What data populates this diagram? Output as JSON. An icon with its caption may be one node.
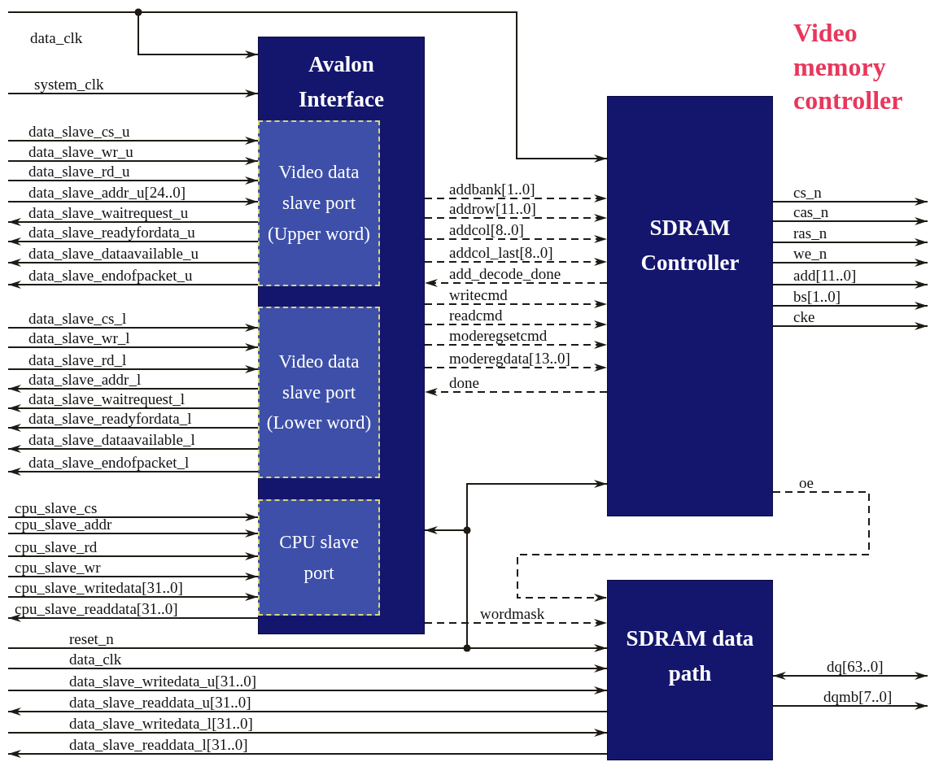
{
  "diagram": {
    "title": "Video memory controller",
    "nodes": [
      {
        "text": [
          "Avalon Interface"
        ]
      },
      {
        "text": [
          "Video data slave port (Upper word)"
        ],
        "in": 0
      },
      {
        "text": [
          "Video data slave port (Lower word)"
        ],
        "in": 0
      },
      {
        "text": [
          "CPU slave port"
        ],
        "in": 0
      },
      {
        "text": [
          "SDRAM Controller"
        ]
      },
      {
        "text": [
          "SDRAM data path"
        ]
      }
    ],
    "edges": [
      {
        "from": null,
        "to": 0,
        "arrow": "to",
        "label": "data_clk"
      },
      {
        "from": null,
        "to": 4,
        "arrow": "to"
      },
      {
        "from": null,
        "to": 0,
        "arrow": "to",
        "label": "system_clk"
      },
      {
        "from": null,
        "to": 1,
        "arrow": "to",
        "label": "data_slave_cs_u"
      },
      {
        "from": null,
        "to": 1,
        "arrow": "to",
        "label": "data_slave_wr_u"
      },
      {
        "from": null,
        "to": 1,
        "arrow": "to",
        "label": "data_slave_rd_u"
      },
      {
        "from": null,
        "to": 1,
        "arrow": "to",
        "label": "data_slave_addr_u[24..0]"
      },
      {
        "from": 1,
        "to": null,
        "arrow": "to",
        "label": "data_slave_waitrequest_u"
      },
      {
        "from": 1,
        "to": null,
        "arrow": "to",
        "label": "data_slave_readyfordata_u"
      },
      {
        "from": 1,
        "to": null,
        "arrow": "to",
        "label": "data_slave_dataavailable_u"
      },
      {
        "from": 1,
        "to": null,
        "arrow": "to",
        "label": "data_slave_endofpacket_u"
      },
      {
        "from": null,
        "to": 2,
        "arrow": "to",
        "label": "data_slave_cs_l"
      },
      {
        "from": null,
        "to": 2,
        "arrow": "to",
        "label": "data_slave_wr_l"
      },
      {
        "from": null,
        "to": 2,
        "arrow": "to",
        "label": "data_slave_rd_l"
      },
      {
        "from": 2,
        "to": null,
        "arrow": "to",
        "label": "data_slave_addr_l"
      },
      {
        "from": 2,
        "to": null,
        "arrow": "to",
        "label": "data_slave_waitrequest_l"
      },
      {
        "from": 2,
        "to": null,
        "arrow": "to",
        "label": "data_slave_readyfordata_l"
      },
      {
        "from": 2,
        "to": null,
        "arrow": "to",
        "label": "data_slave_dataavailable_l"
      },
      {
        "from": 2,
        "to": null,
        "arrow": "to",
        "label": "data_slave_endofpacket_l"
      },
      {
        "from": null,
        "to": 3,
        "arrow": "to",
        "label": "cpu_slave_cs"
      },
      {
        "from": null,
        "to": 3,
        "arrow": "to",
        "label": "cpu_slave_addr"
      },
      {
        "from": null,
        "to": 3,
        "arrow": "to",
        "label": "cpu_slave_rd"
      },
      {
        "from": null,
        "to": 3,
        "arrow": "to",
        "label": "cpu_slave_wr"
      },
      {
        "from": null,
        "to": 3,
        "arrow": "to",
        "label": "cpu_slave_writedata[31..0]"
      },
      {
        "from": 3,
        "to": null,
        "arrow": "to",
        "label": "cpu_slave_readdata[31..0]"
      },
      {
        "from": 0,
        "to": 4,
        "arrow": "to",
        "label": "addbank[1..0]",
        "style": "dashed"
      },
      {
        "from": 0,
        "to": 4,
        "arrow": "to",
        "label": "addrow[11..0]",
        "style": "dashed"
      },
      {
        "from": 0,
        "to": 4,
        "arrow": "to",
        "label": "addcol[8..0]",
        "style": "dashed"
      },
      {
        "from": 0,
        "to": 4,
        "arrow": "to",
        "label": "addcol_last[8..0]",
        "style": "dashed"
      },
      {
        "from": 4,
        "to": 0,
        "arrow": "to",
        "label": "add_decode_done",
        "style": "dashed"
      },
      {
        "from": 0,
        "to": 4,
        "arrow": "to",
        "label": "writecmd",
        "style": "dashed"
      },
      {
        "from": 0,
        "to": 4,
        "arrow": "to",
        "label": "readcmd",
        "style": "dashed"
      },
      {
        "from": 0,
        "to": 4,
        "arrow": "to",
        "label": "moderegsetcmd",
        "style": "dashed"
      },
      {
        "from": 0,
        "to": 4,
        "arrow": "to",
        "label": "moderegdata[13..0]",
        "style": "dashed"
      },
      {
        "from": 4,
        "to": 0,
        "arrow": "to",
        "label": "done",
        "style": "dashed"
      },
      {
        "from": 4,
        "to": null,
        "arrow": "to",
        "label": "cs_n"
      },
      {
        "from": 4,
        "to": null,
        "arrow": "to",
        "label": "cas_n"
      },
      {
        "from": 4,
        "to": null,
        "arrow": "to",
        "label": "ras_n"
      },
      {
        "from": 4,
        "to": null,
        "arrow": "to",
        "label": "we_n"
      },
      {
        "from": 4,
        "to": null,
        "arrow": "to",
        "label": "add[11..0]"
      },
      {
        "from": 4,
        "to": null,
        "arrow": "to",
        "label": "bs[1..0]"
      },
      {
        "from": 4,
        "to": null,
        "arrow": "to",
        "label": "cke"
      },
      {
        "from": 4,
        "to": 5,
        "arrow": "to",
        "label": "oe",
        "style": "dashed"
      },
      {
        "from": 0,
        "to": 5,
        "arrow": "to",
        "label": "wordmask",
        "style": "dashed"
      },
      {
        "from": null,
        "to": 5,
        "arrow": "to",
        "label": "reset_n"
      },
      {
        "from": null,
        "to": 4,
        "arrow": "to"
      },
      {
        "from": null,
        "to": 0,
        "arrow": "to"
      },
      {
        "from": null,
        "to": 5,
        "arrow": "to",
        "label": "data_clk"
      },
      {
        "from": null,
        "to": 5,
        "arrow": "to",
        "label": "data_slave_writedata_u[31..0]"
      },
      {
        "from": 5,
        "to": null,
        "arrow": "to",
        "label": "data_slave_readdata_u[31..0]"
      },
      {
        "from": null,
        "to": 5,
        "arrow": "to",
        "label": "data_slave_writedata_l[31..0]"
      },
      {
        "from": 5,
        "to": null,
        "arrow": "to",
        "label": "data_slave_readdata_l[31..0]"
      },
      {
        "from": 5,
        "to": null,
        "arrow": "both",
        "label": "dq[63..0]"
      },
      {
        "from": 5,
        "to": null,
        "arrow": "to",
        "label": "dqmb[7..0]"
      }
    ]
  }
}
